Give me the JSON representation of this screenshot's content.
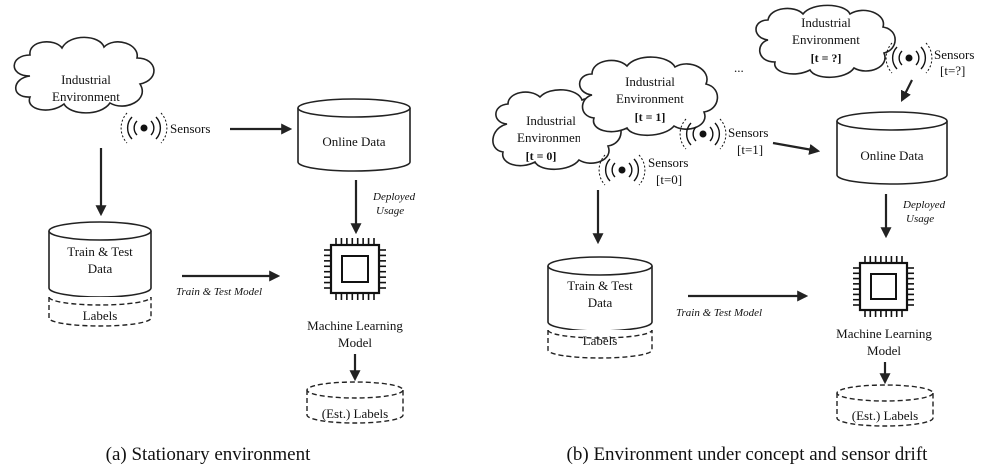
{
  "left": {
    "env": [
      "Industrial",
      "Environment"
    ],
    "sensors": "Sensors",
    "online": "Online Data",
    "deployed": [
      "Deployed",
      "Usage"
    ],
    "train": [
      "Train & Test",
      "Data"
    ],
    "labels": "Labels",
    "train_model": "Train & Test Model",
    "ml": [
      "Machine Learning",
      "Model"
    ],
    "est": "(Est.) Labels",
    "caption": "(a) Stationary environment"
  },
  "right": {
    "env_q": [
      "Industrial",
      "Environment",
      "[t = ?]"
    ],
    "sensors_q": [
      "Sensors",
      "[t=?]"
    ],
    "dots": "...",
    "env_1": [
      "Industrial",
      "Environment",
      "[t = 1]"
    ],
    "sensors_1": [
      "Sensors",
      "[t=1]"
    ],
    "env_0": [
      "Industrial",
      "Environment",
      "[t = 0]"
    ],
    "sensors_0": [
      "Sensors",
      "[t=0]"
    ],
    "online": "Online Data",
    "deployed": [
      "Deployed",
      "Usage"
    ],
    "train": [
      "Train & Test",
      "Data"
    ],
    "labels": "Labels",
    "train_model": "Train & Test Model",
    "ml": [
      "Machine Learning",
      "Model"
    ],
    "est": "(Est.) Labels",
    "caption": "(b) Environment under concept and sensor drift"
  }
}
